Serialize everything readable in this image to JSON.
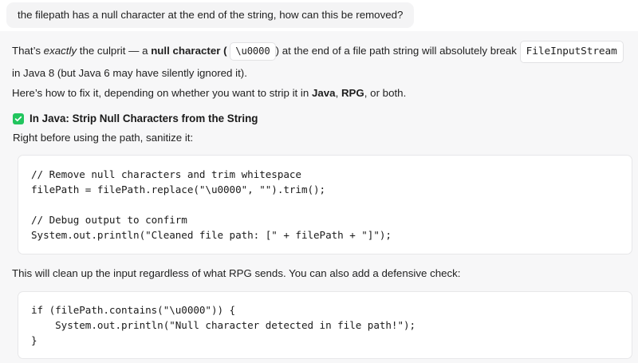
{
  "user_message": {
    "text": "the filepath has a null character at the end of the string, how can this be removed?"
  },
  "assistant": {
    "lead_paragraph": {
      "seg1": "That’s ",
      "emphasis": "exactly",
      "seg2": " the culprit — a ",
      "bold1": "null character (",
      "code_chip": "\\u0000",
      "seg3": ") at the end of a file path string will absolutely break",
      "code_chip2": "FileInputStream",
      "seg4": " in Java 8 (but Java 6 may have silently ignored it)."
    },
    "fix_intro": {
      "seg1": "Here’s how to fix it, depending on whether you want to strip it in ",
      "bold1": "Java",
      "sep1": ", ",
      "bold2": "RPG",
      "seg2": ", or both."
    },
    "section": {
      "icon": "check-square-icon",
      "icon_color": "#22c55e",
      "title": "In Java: Strip Null Characters from the String",
      "subtitle": "Right before using the path, sanitize it:"
    },
    "code_block_1": "// Remove null characters and trim whitespace\nfilePath = filePath.replace(\"\\u0000\", \"\").trim();\n\n// Debug output to confirm\nSystem.out.println(\"Cleaned file path: [\" + filePath + \"]\");",
    "mid_paragraph": "This will clean up the input regardless of what RPG sends. You can also add a defensive check:",
    "code_block_2": "if (filePath.contains(\"\\u0000\")) {\n    System.out.println(\"Null character detected in file path!\");\n}"
  }
}
